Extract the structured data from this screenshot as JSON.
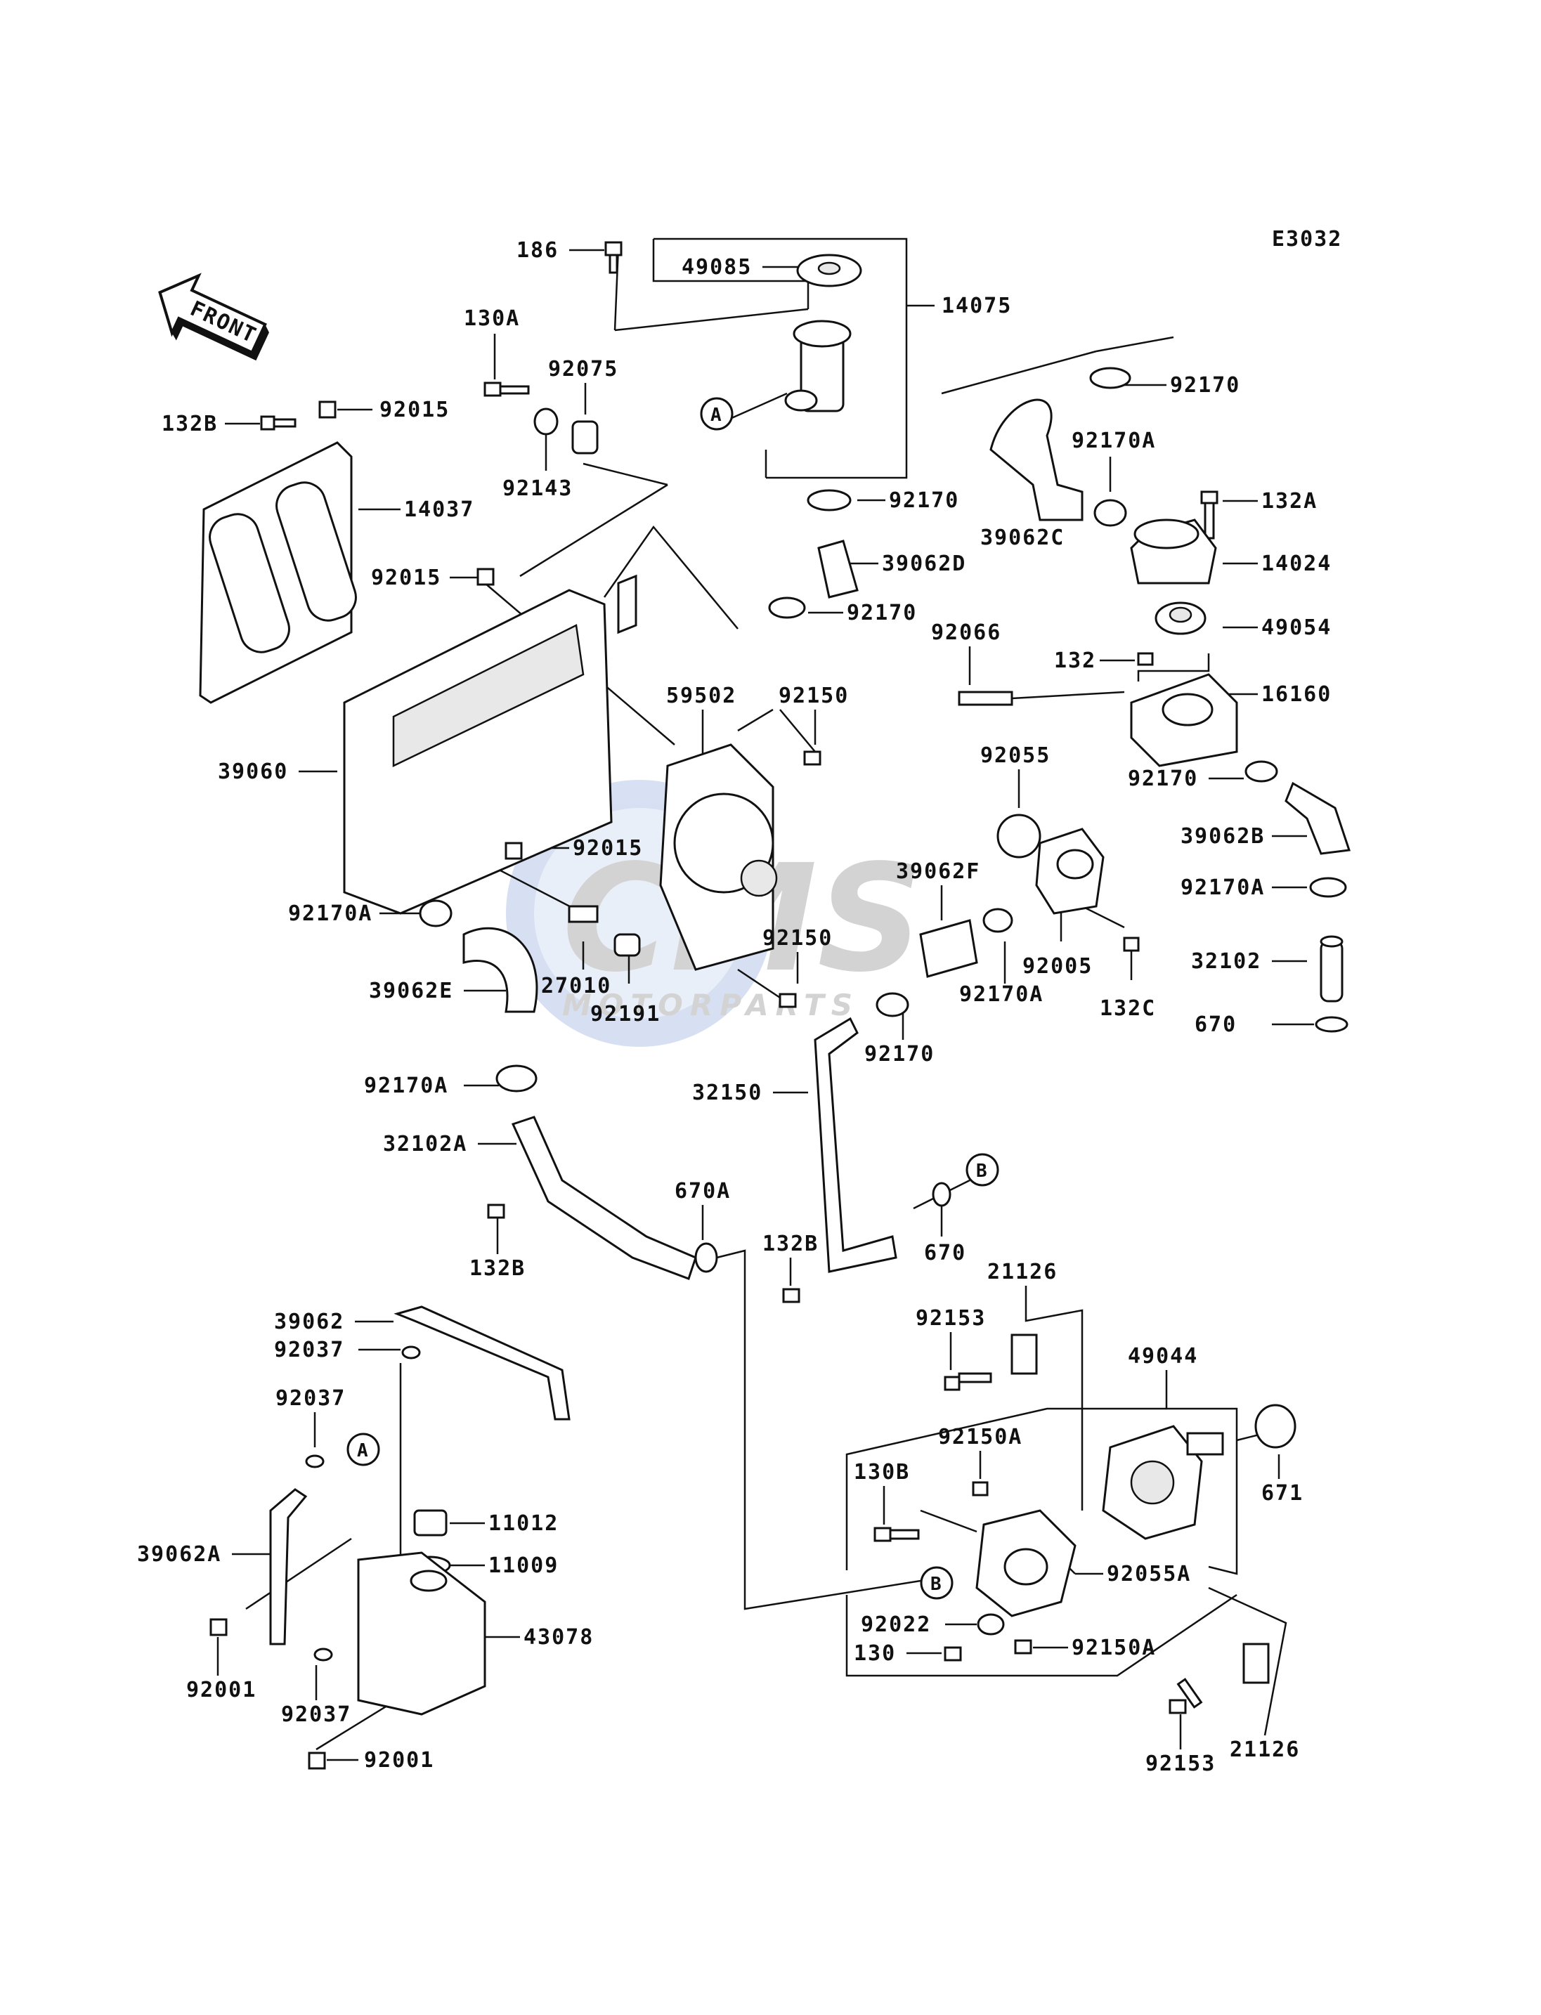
{
  "diagram_code": "E3032",
  "front_label": "FRONT",
  "watermark": {
    "brand": "CMS",
    "sub": "MOTORPARTS"
  },
  "callouts": {
    "A": "A",
    "B": "B"
  },
  "parts": {
    "p186": "186",
    "p49085": "49085",
    "p14075": "14075",
    "p130A": "130A",
    "p92075": "92075",
    "p92170_a": "92170",
    "p132B_a": "132B",
    "p92015_a": "92015",
    "p92170A_a": "92170A",
    "p92143": "92143",
    "p92170_b": "92170",
    "p132A": "132A",
    "p14037": "14037",
    "p39062C": "39062C",
    "p39062D": "39062D",
    "p14024": "14024",
    "p92015_b": "92015",
    "p92170_c": "92170",
    "p92066": "92066",
    "p49054": "49054",
    "p132": "132",
    "p59502": "59502",
    "p92150_a": "92150",
    "p16160": "16160",
    "p39060": "39060",
    "p92055": "92055",
    "p92170_d": "92170",
    "p39062B": "39062B",
    "p92015_c": "92015",
    "p39062F": "39062F",
    "p92170A_b": "92170A",
    "p92170A_c": "92170A",
    "p92150_b": "92150",
    "p92005": "92005",
    "p32102": "32102",
    "p27010": "27010",
    "p39062E": "39062E",
    "p92191": "92191",
    "p92170A_d": "92170A",
    "p132C": "132C",
    "p92170_e": "92170",
    "p670_a": "670",
    "p92170A_e": "92170A",
    "p32150": "32150",
    "p32102A": "32102A",
    "p670A": "670A",
    "p132B_b": "132B",
    "p132B_c": "132B",
    "p670_b": "670",
    "p21126_a": "21126",
    "p39062": "39062",
    "p92037_a": "92037",
    "p92153_a": "92153",
    "p49044": "49044",
    "p92037_b": "92037",
    "p92150A_a": "92150A",
    "p130B": "130B",
    "p671": "671",
    "p11012": "11012",
    "p11009": "11009",
    "p39062A": "39062A",
    "p92055A": "92055A",
    "p43078": "43078",
    "p92022": "92022",
    "p130": "130",
    "p92150A_b": "92150A",
    "p92001_a": "92001",
    "p92037_c": "92037",
    "p21126_b": "21126",
    "p92001_b": "92001",
    "p92153_b": "92153"
  }
}
